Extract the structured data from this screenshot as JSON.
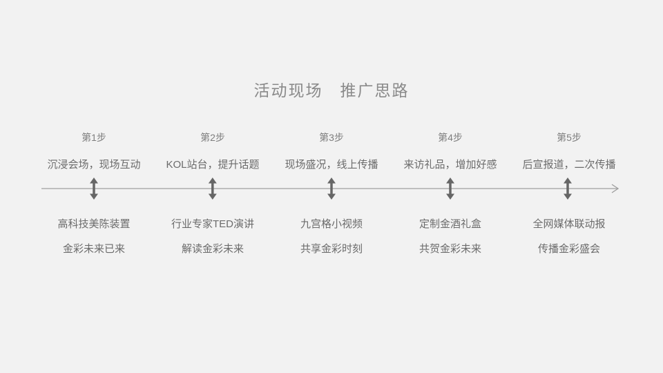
{
  "slide": {
    "title": "活动现场　推广思路",
    "background_color": "#f2f2f2",
    "colors": {
      "title_text": "#8a8a8a",
      "step_label_text": "#7d7d7d",
      "body_text": "#6b6b6b",
      "timeline_line": "#9e9e9e",
      "marker": "#666666"
    }
  },
  "timeline": {
    "axis_icon": "right-arrow-icon",
    "marker_icon": "double-vertical-arrow-icon"
  },
  "steps": [
    {
      "label": "第1步",
      "headline": "沉浸会场，现场互动",
      "point1": "高科技美陈装置",
      "point2": "金彩未来已来"
    },
    {
      "label": "第2步",
      "headline": "KOL站台，提升话题",
      "point1": "行业专家TED演讲",
      "point2": "解读金彩未来"
    },
    {
      "label": "第3步",
      "headline": "现场盛况，线上传播",
      "point1": "九宫格小视频",
      "point2": "共享金彩时刻"
    },
    {
      "label": "第4步",
      "headline": "来访礼品，增加好感",
      "point1": "定制金酒礼盒",
      "point2": "共贺金彩未来"
    },
    {
      "label": "第5步",
      "headline": "后宣报道，二次传播",
      "point1": "全网媒体联动报",
      "point2": "传播金彩盛会"
    }
  ]
}
